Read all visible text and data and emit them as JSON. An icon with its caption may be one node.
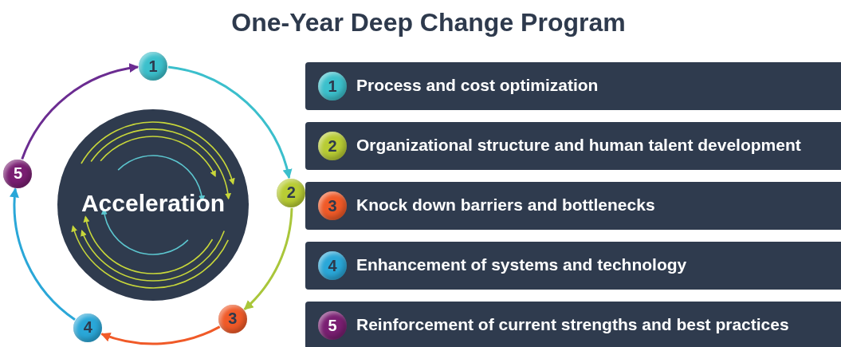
{
  "diagram": {
    "title": "One-Year Deep Change Program",
    "nodes": [
      {
        "text": [
          "Acceleration"
        ]
      },
      {
        "text": [
          "1"
        ]
      },
      {
        "text": [
          "2"
        ]
      },
      {
        "text": [
          "3"
        ]
      },
      {
        "text": [
          "4"
        ]
      },
      {
        "text": [
          "5"
        ]
      },
      {
        "text": [
          "Process and cost optimization"
        ]
      },
      {
        "text": [
          "1"
        ],
        "in": 6
      },
      {
        "text": [
          "Organizational structure and human talent development"
        ]
      },
      {
        "text": [
          "2"
        ],
        "in": 8
      },
      {
        "text": [
          "Knock down barriers and bottlenecks"
        ]
      },
      {
        "text": [
          "3"
        ],
        "in": 10
      },
      {
        "text": [
          "Enhancement of systems and technology"
        ]
      },
      {
        "text": [
          "4"
        ],
        "in": 12
      },
      {
        "text": [
          "Reinforcement of current strengths and best practices"
        ]
      },
      {
        "text": [
          "5"
        ],
        "in": 14
      }
    ],
    "edges": [
      {
        "from": 1,
        "to": 2,
        "arrow": "to",
        "color": "#3bbfcc"
      },
      {
        "from": 2,
        "to": 3,
        "arrow": "to",
        "color": "#a9c63a"
      },
      {
        "from": 3,
        "to": 4,
        "arrow": "to",
        "color": "#f05a28"
      },
      {
        "from": 4,
        "to": 5,
        "arrow": "to",
        "color": "#2aa7d8"
      },
      {
        "from": 5,
        "to": 1,
        "arrow": "to",
        "color": "#6b2c91"
      }
    ]
  }
}
